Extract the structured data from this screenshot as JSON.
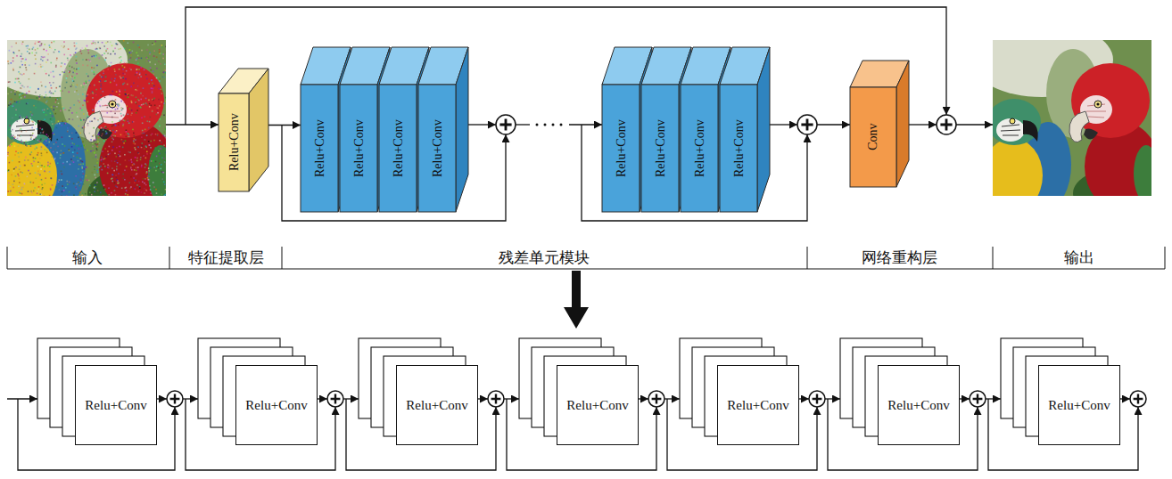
{
  "diagram": {
    "nodes": [
      {
        "text": [
          "Relu+Conv"
        ]
      },
      {
        "text": [
          "Relu+Conv"
        ]
      },
      {
        "text": [
          "Relu+Conv"
        ]
      },
      {
        "text": [
          "Relu+Conv"
        ]
      },
      {
        "text": [
          "Relu+Conv"
        ]
      },
      {
        "text": [
          "Relu+Conv"
        ]
      },
      {
        "text": [
          "Relu+Conv"
        ]
      },
      {
        "text": [
          "Relu+Conv"
        ]
      },
      {
        "text": [
          "Relu+Conv"
        ]
      },
      {
        "text": [
          "Conv"
        ]
      },
      {
        "text": [
          "Relu+Conv"
        ]
      },
      {
        "text": [
          "Relu+Conv"
        ]
      },
      {
        "text": [
          "Relu+Conv"
        ]
      },
      {
        "text": [
          "Relu+Conv"
        ]
      },
      {
        "text": [
          "Relu+Conv"
        ]
      },
      {
        "text": [
          "Relu+Conv"
        ]
      },
      {
        "text": [
          "Relu+Conv"
        ]
      }
    ],
    "edges": [
      {
        "from": 0,
        "to": 1,
        "arrow": "to"
      }
    ],
    "labels": [
      "输入",
      "特征提取层",
      "残差单元模块",
      "网络重构层",
      "输出"
    ]
  }
}
